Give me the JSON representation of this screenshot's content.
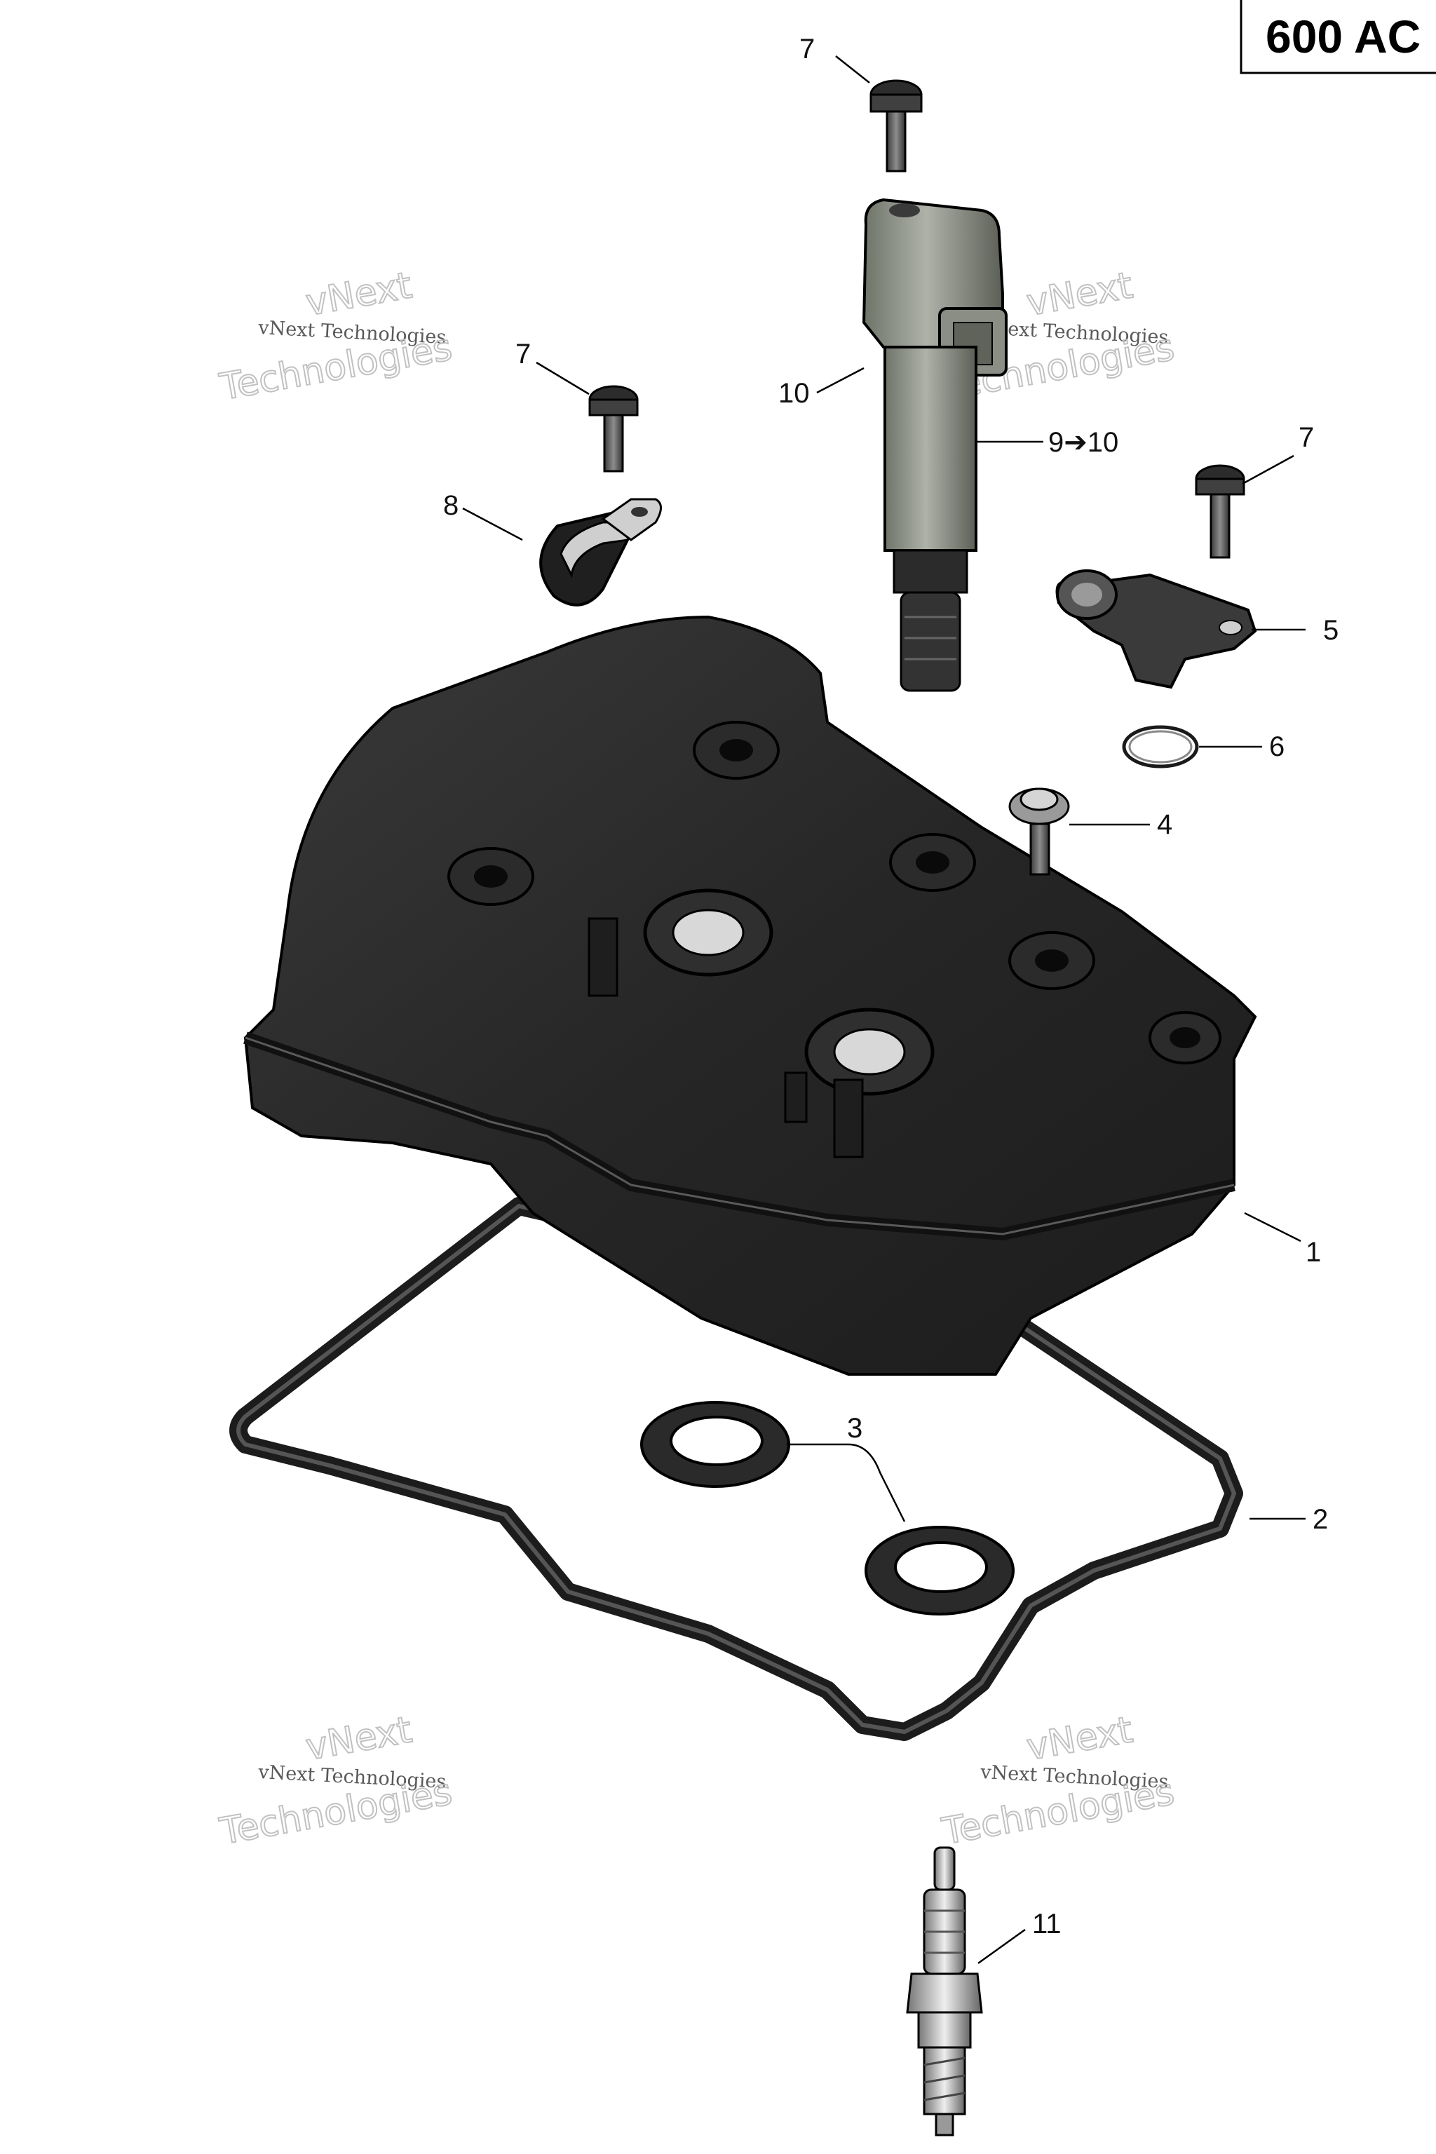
{
  "model_badge": "600 AC",
  "callouts": [
    {
      "id": "c7a",
      "text": "7"
    },
    {
      "id": "c7b",
      "text": "7"
    },
    {
      "id": "c7c",
      "text": "7"
    },
    {
      "id": "c10",
      "text": "10"
    },
    {
      "id": "c910",
      "text": "9➔10"
    },
    {
      "id": "c8",
      "text": "8"
    },
    {
      "id": "c5",
      "text": "5"
    },
    {
      "id": "c6",
      "text": "6"
    },
    {
      "id": "c4",
      "text": "4"
    },
    {
      "id": "c1",
      "text": "1"
    },
    {
      "id": "c3",
      "text": "3"
    },
    {
      "id": "c2",
      "text": "2"
    },
    {
      "id": "c11",
      "text": "11"
    }
  ],
  "watermark": {
    "small": "vNext Technologies",
    "large_word1": "vNext",
    "large_word2": "Technologies"
  }
}
